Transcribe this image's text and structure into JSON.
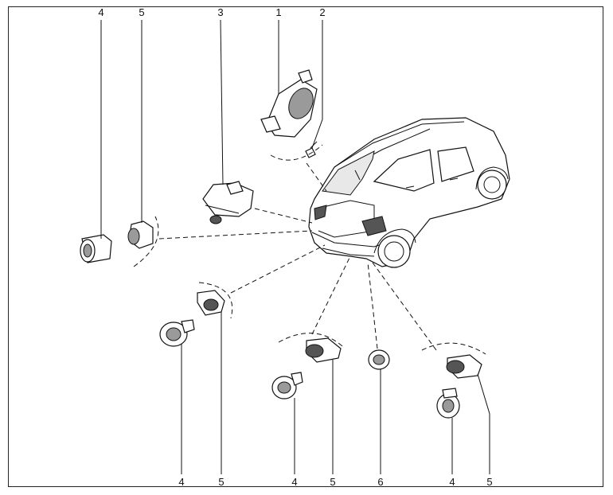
{
  "callouts": {
    "top": [
      "4",
      "5",
      "3",
      "1",
      "2"
    ],
    "bottom": [
      "4",
      "5",
      "4",
      "5",
      "6",
      "4",
      "5"
    ]
  }
}
